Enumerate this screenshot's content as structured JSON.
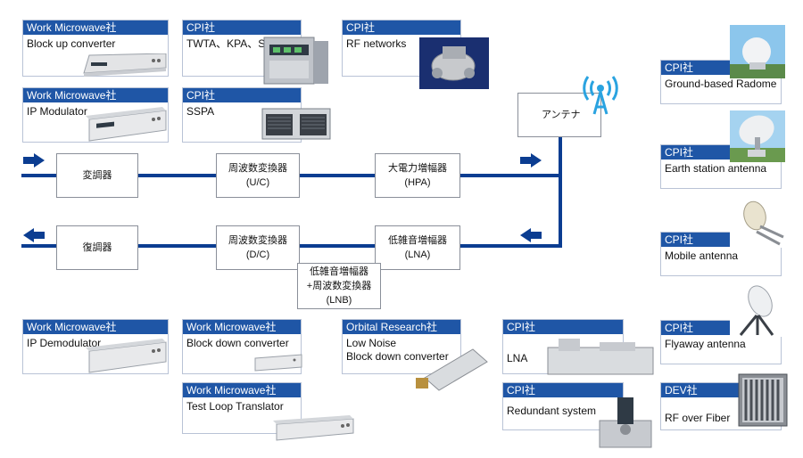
{
  "cards": {
    "block_up": {
      "vendor": "Work Microwave社",
      "product": "Block up converter"
    },
    "twta": {
      "vendor": "CPI社",
      "product": "TWTA、KPA、SSPA"
    },
    "rf_networks": {
      "vendor": "CPI社",
      "product": "RF networks"
    },
    "ip_mod": {
      "vendor": "Work Microwave社",
      "product": "IP Modulator"
    },
    "sspa": {
      "vendor": "CPI社",
      "product": "SSPA"
    },
    "radome": {
      "vendor": "CPI社",
      "product": "Ground-based Radome"
    },
    "earth_station": {
      "vendor": "CPI社",
      "product": "Earth station antenna"
    },
    "mobile": {
      "vendor": "CPI社",
      "product": "Mobile antenna"
    },
    "ip_demod": {
      "vendor": "Work Microwave社",
      "product": "IP Demodulator"
    },
    "block_down": {
      "vendor": "Work Microwave社",
      "product": "Block down converter"
    },
    "orbital": {
      "vendor": "Orbital Research社",
      "product": "Low Noise\nBlock down converter"
    },
    "lna": {
      "vendor": "CPI社",
      "product": "LNA"
    },
    "flyaway": {
      "vendor": "CPI社",
      "product": "Flyaway antenna"
    },
    "test_loop": {
      "vendor": "Work Microwave社",
      "product": "Test Loop Translator"
    },
    "redundant": {
      "vendor": "CPI社",
      "product": "Redundant system"
    },
    "rf_fiber": {
      "vendor": "DEV社",
      "product": "RF over Fiber"
    }
  },
  "chain": {
    "antenna": "アンテナ",
    "modulator": "変調器",
    "upconverter": "周波数変換器\n(U/C)",
    "hpa": "大電力増幅器\n(HPA)",
    "demodulator": "復調器",
    "downconverter": "周波数変換器\n(D/C)",
    "lna": "低雑音増幅器\n(LNA)",
    "lnb": "低雑音増幅器\n+周波数変換器\n(LNB)"
  },
  "colors": {
    "header": "#1f56a6",
    "line": "#0b3d91",
    "icon": "#2aa3e0"
  }
}
